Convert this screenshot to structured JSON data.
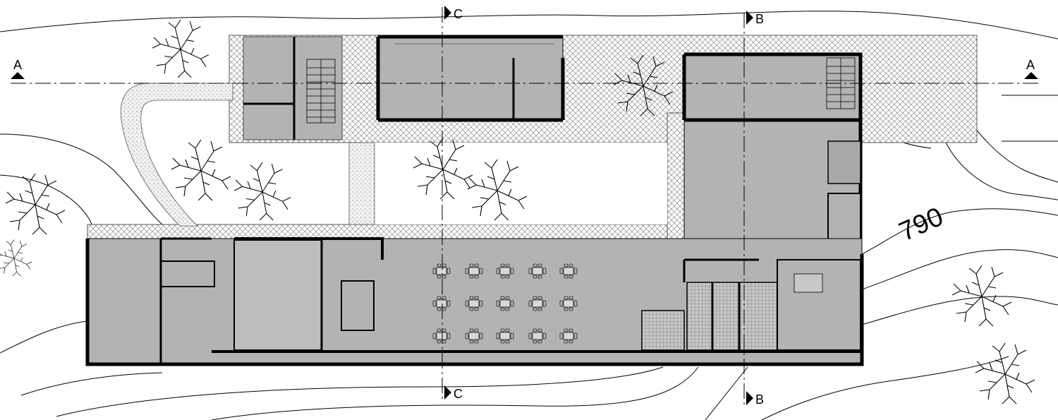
{
  "section_markers": {
    "a_left": "A",
    "a_right": "A",
    "b_top": "B",
    "b_bottom": "B",
    "c_top": "C",
    "c_bottom": "C"
  },
  "elevation_label": "790",
  "colors": {
    "floor_fill": "#b3b3b3",
    "wall": "#000000",
    "hatch_line": "#666666",
    "contour": "#000000",
    "background": "#ffffff"
  },
  "icons": [
    "tree-icon",
    "stair-icon",
    "table-set-icon",
    "section-arrow-icon"
  ]
}
